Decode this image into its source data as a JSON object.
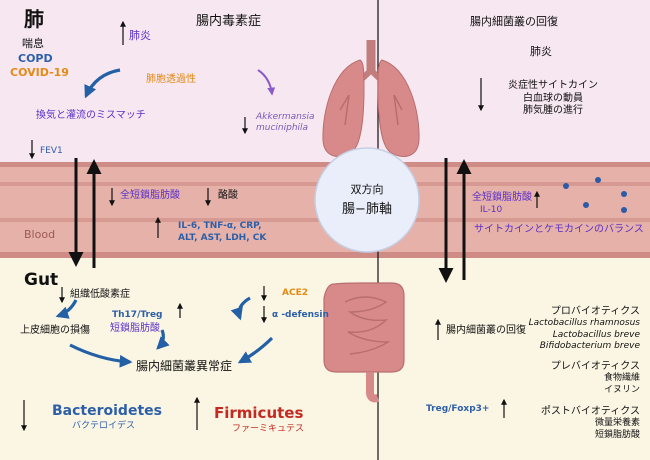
{
  "colors": {
    "lung_bg": "#f6e7f1",
    "blood_band": "#e5b1a9",
    "blood_stripe": "#cf8c86",
    "gut_bg": "#fbf6e4",
    "purple_text": "#5b2fc8",
    "blue_text": "#2d5fa8",
    "orange_text": "#e38a17",
    "red_text": "#c52a22",
    "arrow_blue": "#2460a6",
    "organ_pink": "#d88a8a"
  },
  "lung": {
    "title": "肺",
    "asthma": "喘息",
    "copd": "COPD",
    "covid": "COVID-19",
    "pneumonia_left": "肺炎",
    "toxemia": "腸内毒素症",
    "permeability": "肺胞透過性",
    "akkermansia": "Akkermansia muciniphila",
    "mismatch": "換気と灌流のミスマッチ",
    "fev1": "FEV1",
    "recovery_title": "腸内細菌叢の回復",
    "pneumonia_right": "肺炎",
    "effects": [
      "炎症性サイトカイン",
      "白血球の動員",
      "肺気腫の進行"
    ]
  },
  "blood": {
    "label": "Blood",
    "scfa_left": "全短鎖脂肪酸",
    "butyrate": "酪酸",
    "markers_1": "IL-6, TNF-α, CRP,",
    "markers_2": "ALT, AST, LDH, CK",
    "scfa_right": "全短鎖脂肪酸",
    "il10": "IL-10",
    "balance": "サイトカインとケモカインのバランス"
  },
  "axis": {
    "line1": "双方向",
    "line2": "腸−肺軸"
  },
  "gut": {
    "title": "Gut",
    "hypoxia": "組織低酸素症",
    "epithelial": "上皮細胞の損傷",
    "th17": "Th17/Treg",
    "scfa": "短鎖脂肪酸",
    "ace2": "ACE2",
    "defensin": "α -defensin",
    "dysbiosis": "腸内細菌叢異常症",
    "bacteroidetes": "Bacteroidetes",
    "bacteroidetes_jp": "バクテロイデス",
    "firmicutes": "Firmicutes",
    "firmicutes_jp": "ファーミキュテス",
    "recovery": "腸内細菌叢の回復",
    "treg": "Treg/Foxp3+",
    "probiotics_title": "プロバイオティクス",
    "probiotics": [
      "Lactobacillus rhamnosus",
      "Lactobacillus breve",
      "Bifidobacterium breve"
    ],
    "prebiotics_title": "プレバイオティクス",
    "prebiotics": [
      "食物繊維",
      "イヌリン"
    ],
    "postbiotics_title": "ポストバイオティクス",
    "postbiotics": [
      "微量栄養素",
      "短鎖脂肪酸"
    ]
  }
}
